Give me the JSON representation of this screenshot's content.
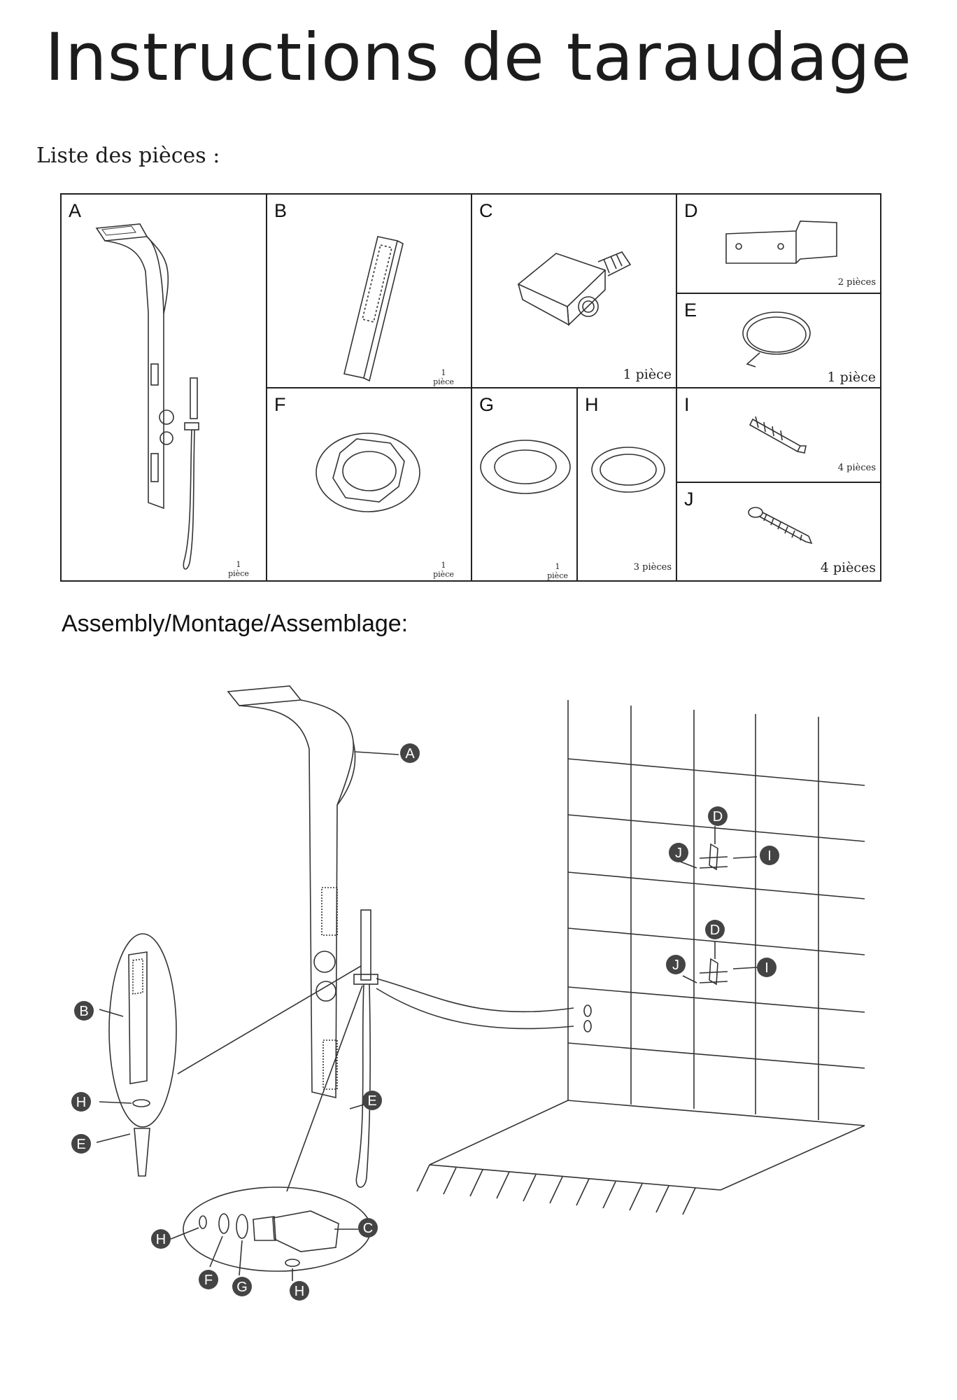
{
  "title": "Instructions de taraudage",
  "parts_heading": "Liste des pièces :",
  "assembly_heading": "Assembly/Montage/Assemblage:",
  "parts": [
    {
      "letter": "A",
      "qty": "1 pièce"
    },
    {
      "letter": "B",
      "qty": "1 pièce"
    },
    {
      "letter": "C",
      "qty": "1 pièce"
    },
    {
      "letter": "D",
      "qty": "2 pièces"
    },
    {
      "letter": "E",
      "qty": "1 pièce"
    },
    {
      "letter": "F",
      "qty": "1 pièce"
    },
    {
      "letter": "G",
      "qty": "1 pièce"
    },
    {
      "letter": "H",
      "qty": "3 pièces"
    },
    {
      "letter": "I",
      "qty": "4 pièces"
    },
    {
      "letter": "J",
      "qty": "4 pièces"
    }
  ],
  "callouts": {
    "A": "A",
    "B": "B",
    "C": "C",
    "D": "D",
    "E": "E",
    "F": "F",
    "G": "G",
    "H": "H",
    "I": "I",
    "J": "J"
  }
}
